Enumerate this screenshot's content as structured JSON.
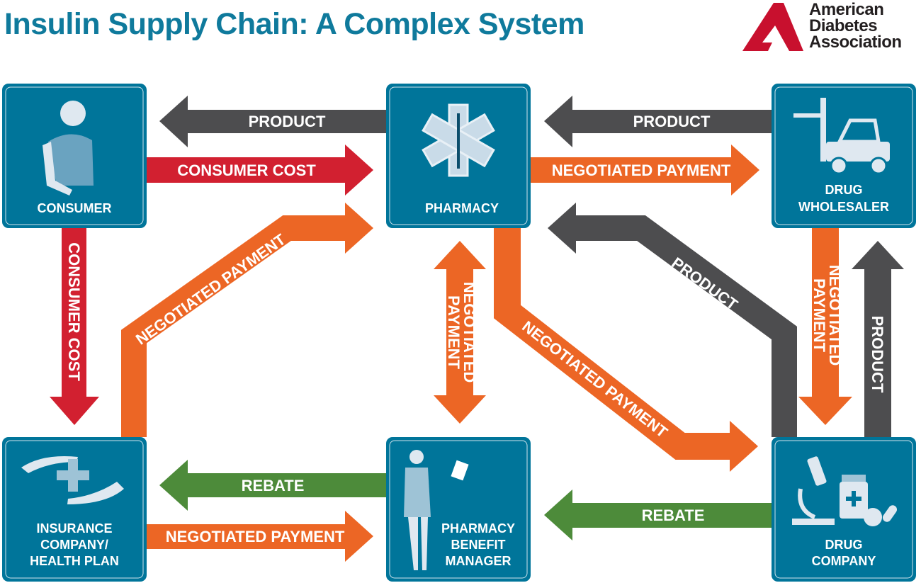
{
  "title": "Insulin Supply Chain: A Complex System",
  "logo": {
    "lines": [
      "American",
      "Diabetes",
      "Association"
    ],
    "mark": "ADA red triangle logo"
  },
  "colors": {
    "box": "#00759a",
    "product": "#4d4d4f",
    "consumer_cost": "#d22030",
    "negotiated_payment": "#ec6625",
    "rebate": "#4d8b3a",
    "title": "#0f7a9c"
  },
  "nodes": {
    "consumer": {
      "label": [
        "CONSUMER"
      ],
      "icon": "person-icon"
    },
    "pharmacy": {
      "label": [
        "PHARMACY"
      ],
      "icon": "star-of-life-icon"
    },
    "wholesaler": {
      "label": [
        "DRUG",
        "WHOLESALER"
      ],
      "icon": "forklift-icon"
    },
    "insurance": {
      "label": [
        "INSURANCE",
        "COMPANY/",
        "HEALTH PLAN"
      ],
      "icon": "hands-cross-icon"
    },
    "pbm": {
      "label": [
        "PHARMACY",
        "BENEFIT",
        "MANAGER"
      ],
      "icon": "businesswoman-icon"
    },
    "drug_company": {
      "label": [
        "DRUG",
        "COMPANY"
      ],
      "icon": "microscope-pills-icon"
    }
  },
  "flows": {
    "pharmacy_to_consumer": "PRODUCT",
    "consumer_to_pharmacy": "CONSUMER COST",
    "wholesaler_to_pharmacy": "PRODUCT",
    "pharmacy_to_wholesaler": "NEGOTIATED PAYMENT",
    "consumer_to_insurance": "CONSUMER COST",
    "insurance_to_pharmacy": "NEGOTIATED PAYMENT",
    "pharmacy_pbm": [
      "NEGOTIATED",
      "PAYMENT"
    ],
    "pharmacy_to_drug_company": "NEGOTIATED PAYMENT",
    "drug_company_to_pharmacy": "PRODUCT",
    "wholesaler_to_drug_company": [
      "NEGOTIATED",
      "PAYMENT"
    ],
    "drug_company_to_wholesaler": "PRODUCT",
    "pbm_to_insurance": "REBATE",
    "insurance_to_pbm": "NEGOTIATED PAYMENT",
    "drug_company_to_pbm": "REBATE"
  }
}
